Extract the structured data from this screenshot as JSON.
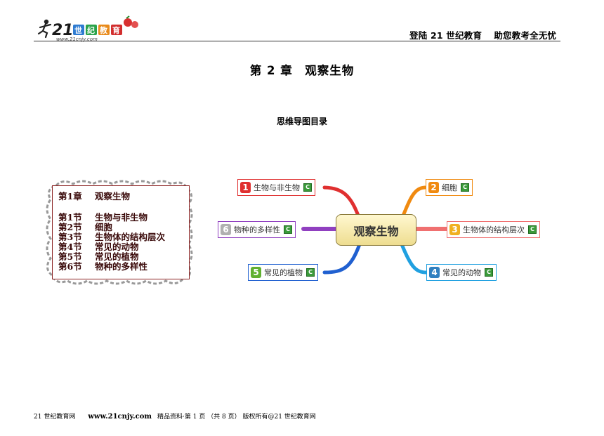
{
  "header": {
    "logo_alt": "21世纪教育 www.21cnjy.com",
    "slogan": "登陆 21 世纪教育　 助您教考全无忧"
  },
  "chapter_title": "第 2 章　观察生物",
  "mindmap_heading": "思维导图目录",
  "toc": {
    "chapter": {
      "num": "第1章",
      "title": "观察生物"
    },
    "sections": [
      {
        "num": "第1节",
        "title": "生物与非生物"
      },
      {
        "num": "第2节",
        "title": "细胞"
      },
      {
        "num": "第3节",
        "title": "生物体的结构层次"
      },
      {
        "num": "第4节",
        "title": "常见的动物"
      },
      {
        "num": "第5节",
        "title": "常见的植物"
      },
      {
        "num": "第6节",
        "title": "物种的多样性"
      }
    ]
  },
  "mindmap": {
    "center": "观察生物",
    "nodes": [
      {
        "num": "1",
        "label": "生物与非生物",
        "color": "#e03030"
      },
      {
        "num": "2",
        "label": "细胞",
        "color": "#f08a10"
      },
      {
        "num": "3",
        "label": "生物体的结构层次",
        "color": "#f06060"
      },
      {
        "num": "4",
        "label": "常见的动物",
        "color": "#20a0e0"
      },
      {
        "num": "5",
        "label": "常见的植物",
        "color": "#2060d0"
      },
      {
        "num": "6",
        "label": "物种的多样性",
        "color": "#9040c0"
      }
    ],
    "c_icon": "C"
  },
  "footer": {
    "site": "21 世纪教育网",
    "url": "www.21cnjy.com",
    "info": "精品资料·第 1 页 （共 8 页） 版权所有@21 世纪教育网"
  }
}
